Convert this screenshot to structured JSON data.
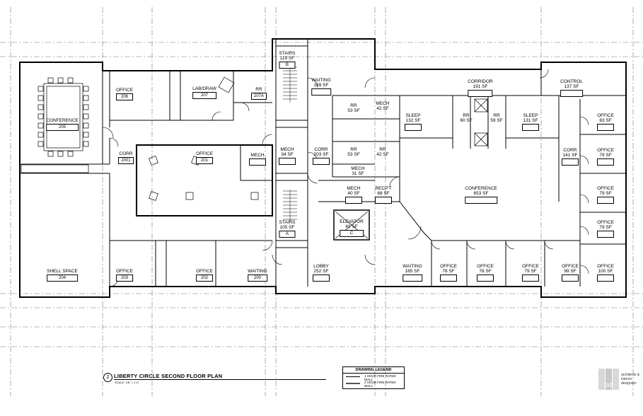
{
  "drawing": {
    "title": "LIBERTY CIRCLE SECOND FLOOR PLAN",
    "number": "2",
    "scale": "SCALE: 1/8\" = 1'-0\""
  },
  "rooms": {
    "conference205": {
      "name": "CONFERENCE",
      "tag": "205"
    },
    "office206": {
      "name": "OFFICE",
      "tag": "206"
    },
    "labdraw207": {
      "name": "LAB/DRAW",
      "tag": "207"
    },
    "rr207a": {
      "name": "RR",
      "tag": "207A"
    },
    "corr2001": {
      "name": "CORR",
      "tag": "2001"
    },
    "office201": {
      "name": "OFFICE",
      "tag": "201"
    },
    "mech_left": {
      "name": "MECH",
      "tag": ""
    },
    "shell204": {
      "name": "SHELL SPACE",
      "tag": "204"
    },
    "office203": {
      "name": "OFFICE",
      "tag": "203"
    },
    "office202": {
      "name": "OFFICE",
      "tag": "202"
    },
    "waiting200": {
      "name": "WAITING",
      "tag": "200"
    },
    "stairs_b": {
      "name": "STAIRS",
      "area": "119 SF",
      "tag": "B"
    },
    "waiting169": {
      "name": "WAITING",
      "area": "169 SF"
    },
    "mech34": {
      "name": "MECH",
      "area": "34 SF"
    },
    "corr203": {
      "name": "CORR",
      "area": "203 SF"
    },
    "stairs_a": {
      "name": "STAIRS",
      "area": "105 SF",
      "tag": "A"
    },
    "lobby252": {
      "name": "LOBBY",
      "area": "252 SF"
    },
    "rr53a": {
      "name": "RR",
      "area": "53 SF"
    },
    "rr53b": {
      "name": "RR",
      "area": "53 SF"
    },
    "mech42": {
      "name": "MECH",
      "area": "42 SF"
    },
    "rr42": {
      "name": "RR",
      "area": "42 SF"
    },
    "mech31": {
      "name": "MECH",
      "area": "31 SF"
    },
    "mech40": {
      "name": "MECH",
      "area": "40 SF"
    },
    "recpt68": {
      "name": "RECP'T",
      "area": "68 SF"
    },
    "elevator": {
      "name": "ELEVATOR",
      "area": "41 SF",
      "tag": "C"
    },
    "corridor191": {
      "name": "CORRIDOR",
      "area": "191 SF"
    },
    "control137": {
      "name": "CONTROL",
      "area": "137 SF"
    },
    "sleep132": {
      "name": "SLEEP",
      "area": "132 SF"
    },
    "rr60": {
      "name": "RR",
      "area": "60 SF"
    },
    "rr59": {
      "name": "RR",
      "area": "59 SF"
    },
    "sleep131": {
      "name": "SLEEP",
      "area": "131 SF"
    },
    "office83": {
      "name": "OFFICE",
      "area": "83 SF"
    },
    "corr141": {
      "name": "CORR",
      "area": "141 SF"
    },
    "office79a": {
      "name": "OFFICE",
      "area": "79 SF"
    },
    "office79b": {
      "name": "OFFICE",
      "area": "79 SF"
    },
    "office79c": {
      "name": "OFFICE",
      "area": "79 SF"
    },
    "conference653": {
      "name": "CONFERENCE",
      "area": "653 SF"
    },
    "waiting185": {
      "name": "WAITING",
      "area": "185 SF"
    },
    "office78a": {
      "name": "OFFICE",
      "area": "78 SF"
    },
    "office78b": {
      "name": "OFFICE",
      "area": "78 SF"
    },
    "office79d": {
      "name": "OFFICE",
      "area": "79 SF"
    },
    "office99": {
      "name": "OFFICE",
      "area": "99 SF"
    },
    "office100": {
      "name": "OFFICE",
      "area": "100 SF"
    }
  },
  "legend": {
    "title": "DRAWING LEGEND",
    "items": [
      "1 HOUR FIRE RATED WALL",
      "2 HOUR FIRE RATED WALL"
    ]
  },
  "firm": {
    "logo_text": "bdt",
    "name_line1": "architects &",
    "name_line2": "interior designers"
  }
}
